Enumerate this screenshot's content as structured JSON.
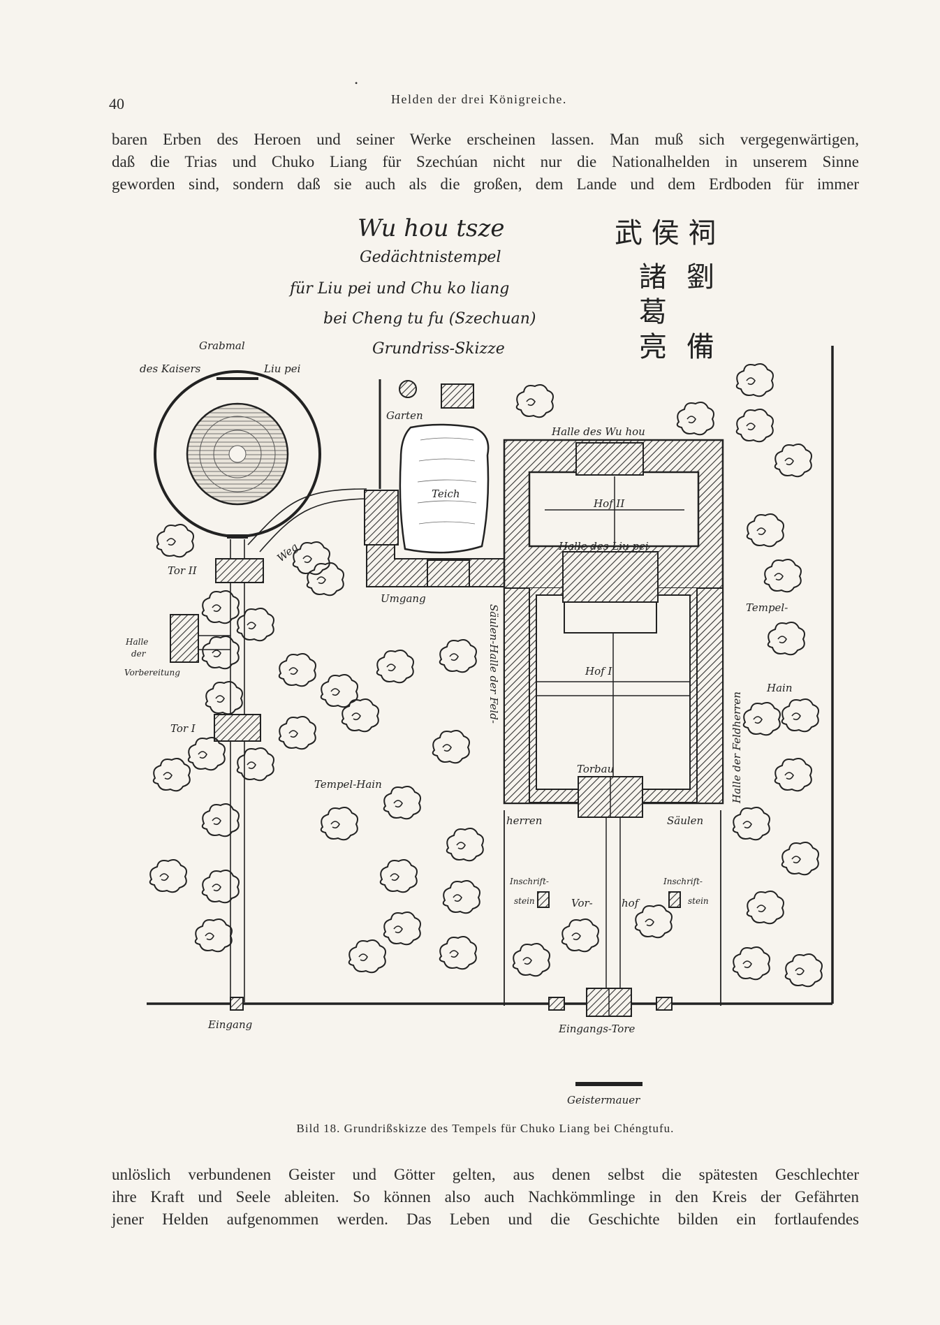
{
  "header": {
    "page_number": "40",
    "running_title": "Helden der drei Königreiche."
  },
  "paragraph_top": [
    "baren Erben des Heroen und seiner Werke erscheinen lassen. Man muß sich vergegenwärtigen,",
    "daß die Trias und Chuko Liang für Szechúan nicht nur die Nationalhelden in unserem Sinne",
    "geworden sind, sondern daß sie auch als die großen, dem Lande und dem Erdboden für immer"
  ],
  "figure": {
    "title": "Wu hou tsze",
    "subtitle_1": "Gedächtnistempel",
    "subtitle_2": "für Liu pei und Chu ko liang",
    "subtitle_3": "bei Cheng tu fu (Szechuan)",
    "subtitle_4": "Grundriss-Skizze",
    "chinese_top": "武 侯 祠",
    "chinese_col_left": [
      "諸",
      "葛",
      "亮"
    ],
    "chinese_col_right": [
      "劉",
      "備"
    ],
    "labels": {
      "grabmal": "Grabmal",
      "des_kaisers": "des Kaisers",
      "liu_pei": "Liu pei",
      "garten": "Garten",
      "teich": "Teich",
      "weg": "Weg",
      "tor_2": "Tor II",
      "tor_1": "Tor I",
      "halle_der": "Halle",
      "halle_der_2": "der",
      "vorbereitung": "Vorbereitung",
      "umgang": "Umgang",
      "halle_wu_hou": "Halle des Wu hou",
      "hof_2": "Hof II",
      "halle_liu_pei": "Halle des Liu pei",
      "saeulenhalle": "Säulen-Halle der Feld-",
      "hof_1": "Hof I",
      "torbau": "Torbau",
      "herren": "herren",
      "saeulen": "Säulen",
      "halle_der_feldherren": "Halle der Feldherren",
      "tempel_hain_right": "Tempel-",
      "hain": "Hain",
      "tempel_hain": "Tempel-Hain",
      "inschrift_left": "Inschrift-",
      "stein_left": "stein",
      "inschrift_right": "Inschrift-",
      "stein_right": "stein",
      "vorhof_1": "Vor-",
      "vorhof_2": "hof",
      "eingang": "Eingang",
      "eingangs_tore": "Eingangs-Tore",
      "geistermauer": "Geistermauer"
    }
  },
  "caption": "Bild 18. Grundrißskizze des Tempels für Chuko Liang bei Chéngtufu.",
  "paragraph_bottom": [
    "unlöslich verbundenen Geister und Götter gelten, aus denen selbst die spätesten Geschlechter",
    "ihre Kraft und Seele ableiten. So können also auch Nachkömmlinge in den Kreis der Gefährten",
    "jener Helden aufgenommen werden. Das Leben und die Geschichte bilden ein fortlaufendes"
  ]
}
